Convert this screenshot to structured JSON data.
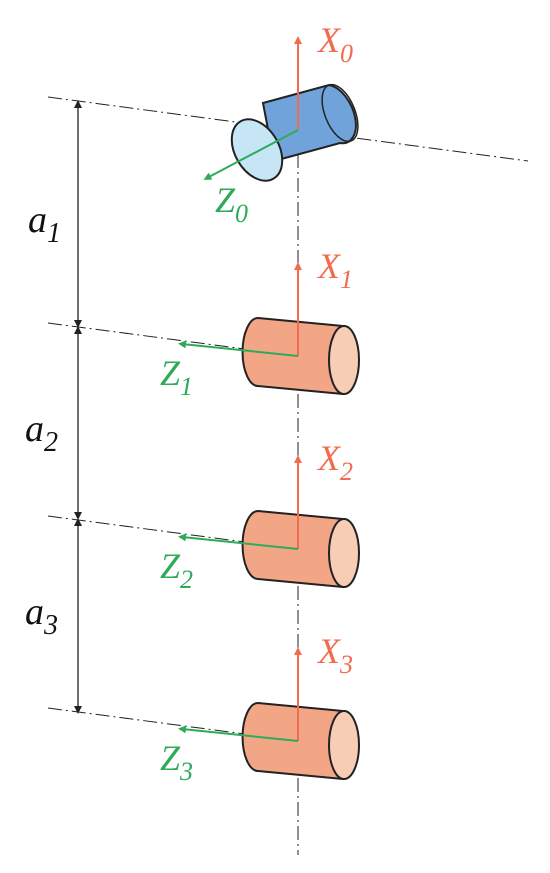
{
  "colors": {
    "x_axis": "#f26b4f",
    "z_axis": "#2eaa5a",
    "base_joint_fill": "#6fa3d9",
    "base_joint_face": "#c6e6f5",
    "joint_fill": "#f3a686",
    "joint_face": "#f8cdb6",
    "line": "#222222"
  },
  "frames": [
    {
      "x_base": "X",
      "x_sub": "0",
      "z_base": "Z",
      "z_sub": "0"
    },
    {
      "x_base": "X",
      "x_sub": "1",
      "z_base": "Z",
      "z_sub": "1"
    },
    {
      "x_base": "X",
      "x_sub": "2",
      "z_base": "Z",
      "z_sub": "2"
    },
    {
      "x_base": "X",
      "x_sub": "3",
      "z_base": "Z",
      "z_sub": "3"
    }
  ],
  "dimensions": [
    {
      "base": "a",
      "sub": "1"
    },
    {
      "base": "a",
      "sub": "2"
    },
    {
      "base": "a",
      "sub": "3"
    }
  ]
}
